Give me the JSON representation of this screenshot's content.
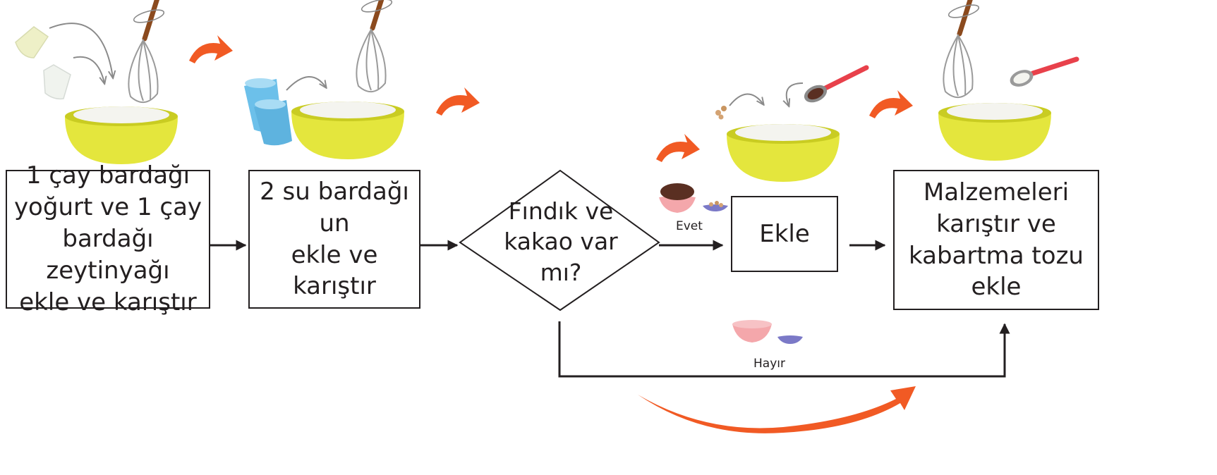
{
  "steps": {
    "step1": "1 çay bardağı\nyoğurt  ve 1 çay\nbardağı zeytinyağı\nekle ve karıştır",
    "step2": "2 su bardağı un\nekle ve\nkarıştır",
    "decision": "Fındık ve\nkakao var\nmı?",
    "add": "Ekle",
    "final": "Malzemeleri\nkarıştır ve\nkabartma tozu\nekle"
  },
  "branches": {
    "yes": "Evet",
    "no": "Hayır"
  },
  "colors": {
    "line": "#231f20",
    "accent_arrow": "#f15a24",
    "bowl": "#e4e63d",
    "bowl_rim": "#c9cc22",
    "flour": "#f4f4ef",
    "cup": "#6cc0ea",
    "spoon_handle": "#e8414b",
    "small_bowl_pink": "#f4a7ab",
    "small_bowl_purple": "#7b79c7",
    "cocoa": "#5a2f22"
  }
}
